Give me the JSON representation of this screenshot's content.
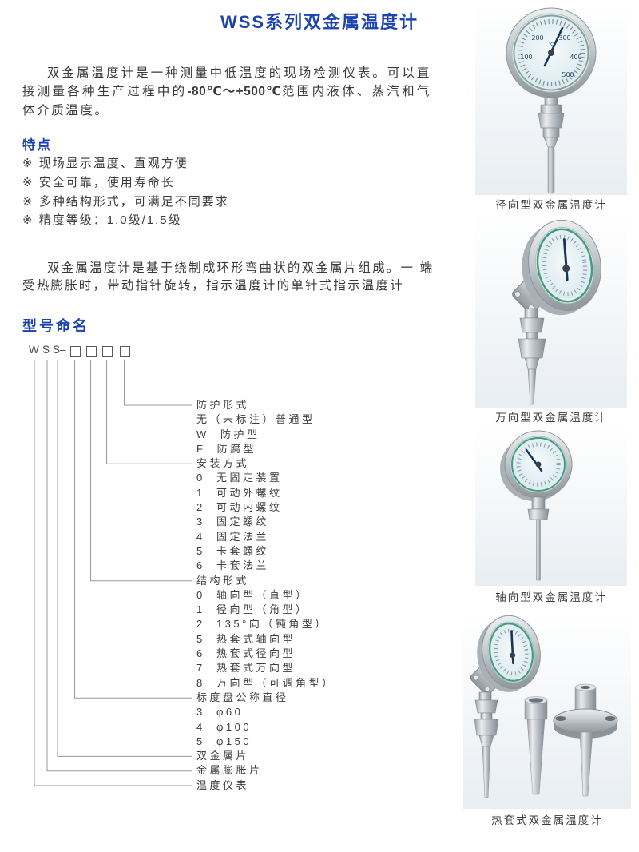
{
  "page": {
    "title": "WSS系列双金属温度计"
  },
  "intro": {
    "text_before": "双金属温度计是一种测量中低温度的现场检测仪表。可以直接测量各种生产过程中的",
    "range_bold": "-80℃～+500℃",
    "text_after": "范围内液体、蒸汽和气体介质温度。"
  },
  "features": {
    "heading": "特点",
    "items": [
      "※ 现场显示温度、直观方便",
      "※ 安全可靠，使用寿命长",
      "※ 多种结构形式，可满足不同要求",
      "※ 精度等级：1.0级/1.5级"
    ]
  },
  "principle": {
    "text": "双金属温度计是基于绕制成环形弯曲状的双金属片组成。一 端受热膨胀时，带动指针旋转，指示温度计的单针式指示温度计"
  },
  "model_naming": {
    "heading": "型号命名",
    "code_letters": [
      "W",
      "S",
      "S"
    ],
    "code_separator": "–",
    "box_count": 4,
    "rows": [
      {
        "text": "防护形式"
      },
      {
        "text": "无（未标注）普通型"
      },
      {
        "text": "W  防护型"
      },
      {
        "text": "F  防腐型"
      },
      {
        "text": "安装方式"
      },
      {
        "text": "0  无固定装置"
      },
      {
        "text": "1  可动外螺纹"
      },
      {
        "text": "2  可动内螺纹"
      },
      {
        "text": "3  固定螺纹"
      },
      {
        "text": "4  固定法兰"
      },
      {
        "text": "5  卡套螺纹"
      },
      {
        "text": "6  卡套法兰"
      },
      {
        "text": "结构形式"
      },
      {
        "text": "0  轴向型（直型）"
      },
      {
        "text": "1  径向型（角型）"
      },
      {
        "text": "2  135°向（钝角型）"
      },
      {
        "text": "5  热套式轴向型"
      },
      {
        "text": "6  热套式径向型"
      },
      {
        "text": "7  热套式万向型"
      },
      {
        "text": "8  万向型（可调角型）"
      },
      {
        "text": "标度盘公称直径"
      },
      {
        "text": "3  φ60"
      },
      {
        "text": "4  φ100"
      },
      {
        "text": "5  φ150"
      },
      {
        "text": "双金属片"
      },
      {
        "text": "金属膨胀片"
      },
      {
        "text": "温度仪表"
      }
    ]
  },
  "products": [
    {
      "caption": "径向型双金属温度计",
      "dial": {
        "unit": "℃",
        "numbers": [
          "100",
          "200",
          "300",
          "400",
          "500"
        ]
      }
    },
    {
      "caption": "万向型双金属温度计"
    },
    {
      "caption": "轴向型双金属温度计"
    },
    {
      "caption": "热套式双金属温度计"
    }
  ],
  "colors": {
    "accent_blue": "#1c44ad",
    "needle_blue": "#16355e",
    "gasket_green": "#3f9e82",
    "metal_gray": "#b6bdc2",
    "body_text": "#3a3a3a"
  }
}
